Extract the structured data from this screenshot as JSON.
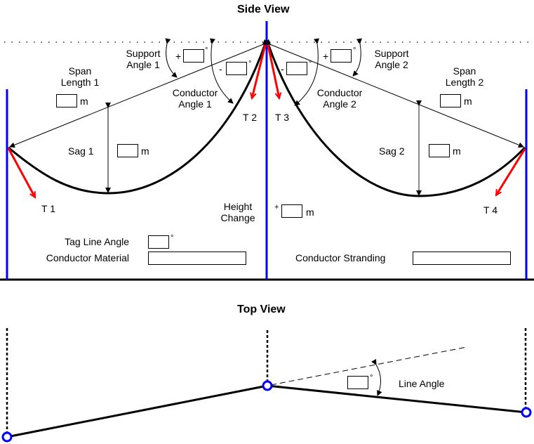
{
  "side_view": {
    "title": "Side View",
    "support_angle_1": {
      "label_line1": "Support",
      "label_line2": "Angle 1",
      "sign": "+",
      "unit": "°",
      "value": ""
    },
    "support_angle_2": {
      "label_line1": "Support",
      "label_line2": "Angle 2",
      "sign": "+",
      "unit": "°",
      "value": ""
    },
    "conductor_angle_1": {
      "label_line1": "Conductor",
      "label_line2": "Angle 1",
      "sign": "-",
      "unit": "°",
      "value": ""
    },
    "conductor_angle_2": {
      "label_line1": "Conductor",
      "label_line2": "Angle 2",
      "sign": "-",
      "unit": "°",
      "value": ""
    },
    "span_length_1": {
      "label_line1": "Span",
      "label_line2": "Length 1",
      "unit": "m",
      "value": ""
    },
    "span_length_2": {
      "label_line1": "Span",
      "label_line2": "Length 2",
      "unit": "m",
      "value": ""
    },
    "sag_1": {
      "label": "Sag 1",
      "unit": "m",
      "value": ""
    },
    "sag_2": {
      "label": "Sag 2",
      "unit": "m",
      "value": ""
    },
    "height_change": {
      "label_line1": "Height",
      "label_line2": "Change",
      "sign": "+",
      "unit": "m",
      "value": ""
    },
    "tensions": [
      "T 1",
      "T 2",
      "T 3",
      "T 4"
    ],
    "tag_line_angle": {
      "label": "Tag Line Angle",
      "unit": "°",
      "value": ""
    },
    "conductor_material": {
      "label": "Conductor Material",
      "value": ""
    },
    "conductor_stranding": {
      "label": "Conductor Stranding",
      "value": ""
    },
    "colors": {
      "pole": "#0000ff",
      "tension": "#ff0000",
      "conductor": "#000000"
    }
  },
  "top_view": {
    "title": "Top View",
    "line_angle": {
      "label": "Line Angle",
      "unit": "°",
      "value": ""
    },
    "colors": {
      "node": "#0000ff"
    }
  }
}
